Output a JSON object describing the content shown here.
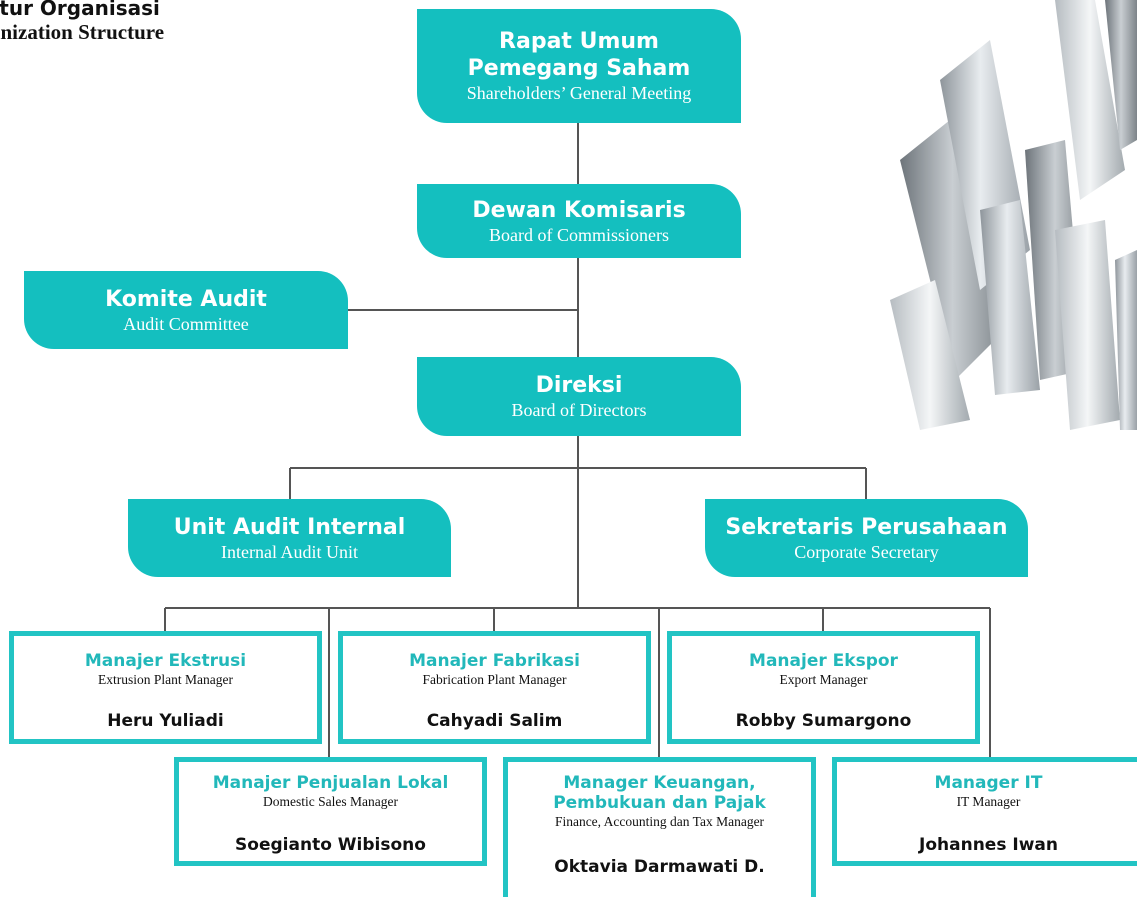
{
  "title": {
    "id": "ktur Organisasi",
    "en": "anization Structure"
  },
  "boxes": {
    "rups": {
      "h1": "Rapat Umum",
      "h2": "Pemegang Saham",
      "sub": "Shareholders’ General Meeting"
    },
    "bod_comm": {
      "h": "Dewan Komisaris",
      "sub": "Board of Commissioners"
    },
    "audit_committee": {
      "h": "Komite Audit",
      "sub": "Audit Committee"
    },
    "directors": {
      "h": "Direksi",
      "sub": "Board of Directors"
    },
    "internal_audit": {
      "h": "Unit Audit Internal",
      "sub": "Internal Audit Unit"
    },
    "corp_sec": {
      "h": "Sekretaris Perusahaan",
      "sub": "Corporate Secretary"
    }
  },
  "managers": [
    {
      "title": "Manajer Ekstrusi",
      "sub": "Extrusion Plant Manager",
      "name": "Heru Yuliadi"
    },
    {
      "title": "Manajer Fabrikasi",
      "sub": "Fabrication Plant Manager",
      "name": "Cahyadi Salim"
    },
    {
      "title": "Manajer Ekspor",
      "sub": "Export Manager",
      "name": "Robby Sumargono"
    },
    {
      "title": "Manajer Penjualan Lokal",
      "sub": "Domestic Sales Manager",
      "name": "Soegianto Wibisono"
    },
    {
      "title1": "Manager Keuangan,",
      "title2": "Pembukuan dan Pajak",
      "sub": "Finance, Accounting dan Tax Manager",
      "name": "Oktavia Darmawati D."
    },
    {
      "title": "Manager IT",
      "sub": "IT Manager",
      "name": "Johannes Iwan"
    }
  ],
  "colors": {
    "teal": "#14bfbf",
    "border": "#22c4c4",
    "line": "#555555"
  }
}
